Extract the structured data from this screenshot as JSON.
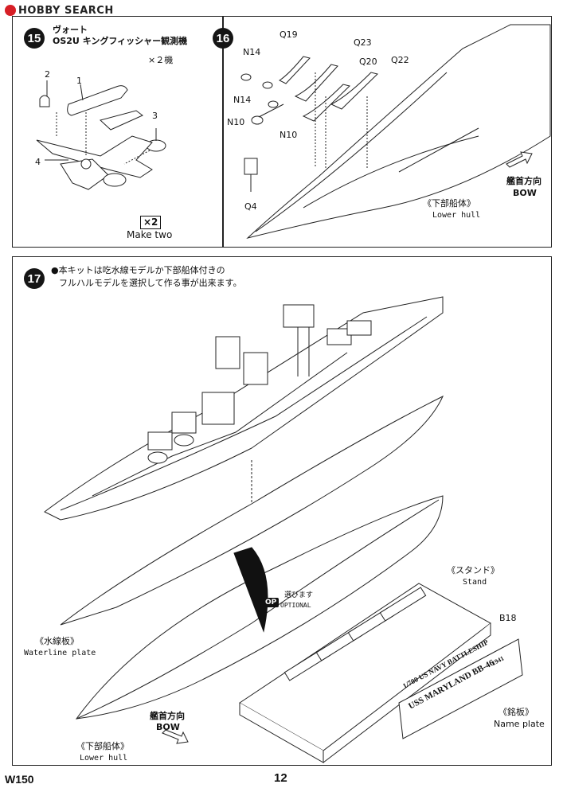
{
  "header": {
    "site_logo": "HOBBY SEARCH"
  },
  "footer": {
    "code": "W150",
    "page_number": "12"
  },
  "step15": {
    "number": "15",
    "title_line1": "ヴォート",
    "title_line2": "OS2U キングフィッシャー観測機",
    "quantity": "×２機",
    "parts": [
      "1",
      "2",
      "3",
      "4"
    ],
    "make_two_badge": "×2",
    "make_two_label": "Make two"
  },
  "step16": {
    "number": "16",
    "parts": [
      "Q19",
      "Q23",
      "N14",
      "Q20",
      "Q22",
      "N14",
      "N10",
      "N10",
      "Q4"
    ],
    "bow_jp": "艦首方向",
    "bow_en": "BOW",
    "hull_jp": "《下部船体》",
    "hull_en": "Lower hull"
  },
  "step17": {
    "number": "17",
    "note_line1": "●本キットは吃水線モデルか下部船体付きの",
    "note_line2": "フルハルモデルを選択して作る事が出来ます。",
    "optional_badge": "OP",
    "optional_jp": "選びます",
    "optional_en": "OPTIONAL",
    "waterline_jp": "《水線板》",
    "waterline_en": "Waterline plate",
    "lower_hull_jp": "《下部船体》",
    "lower_hull_en": "Lower hull",
    "bow_jp": "艦首方向",
    "bow_en": "BOW",
    "stand_jp": "《スタンド》",
    "stand_en": "Stand",
    "nameplate_part": "B18",
    "nameplate_jp": "《銘板》",
    "nameplate_en": "Name plate",
    "nameplate_text_line1": "1/700 US NAVY BATTLESHIP",
    "nameplate_text_line2": "USS MARYLAND BB-46",
    "nameplate_year": "1941"
  }
}
